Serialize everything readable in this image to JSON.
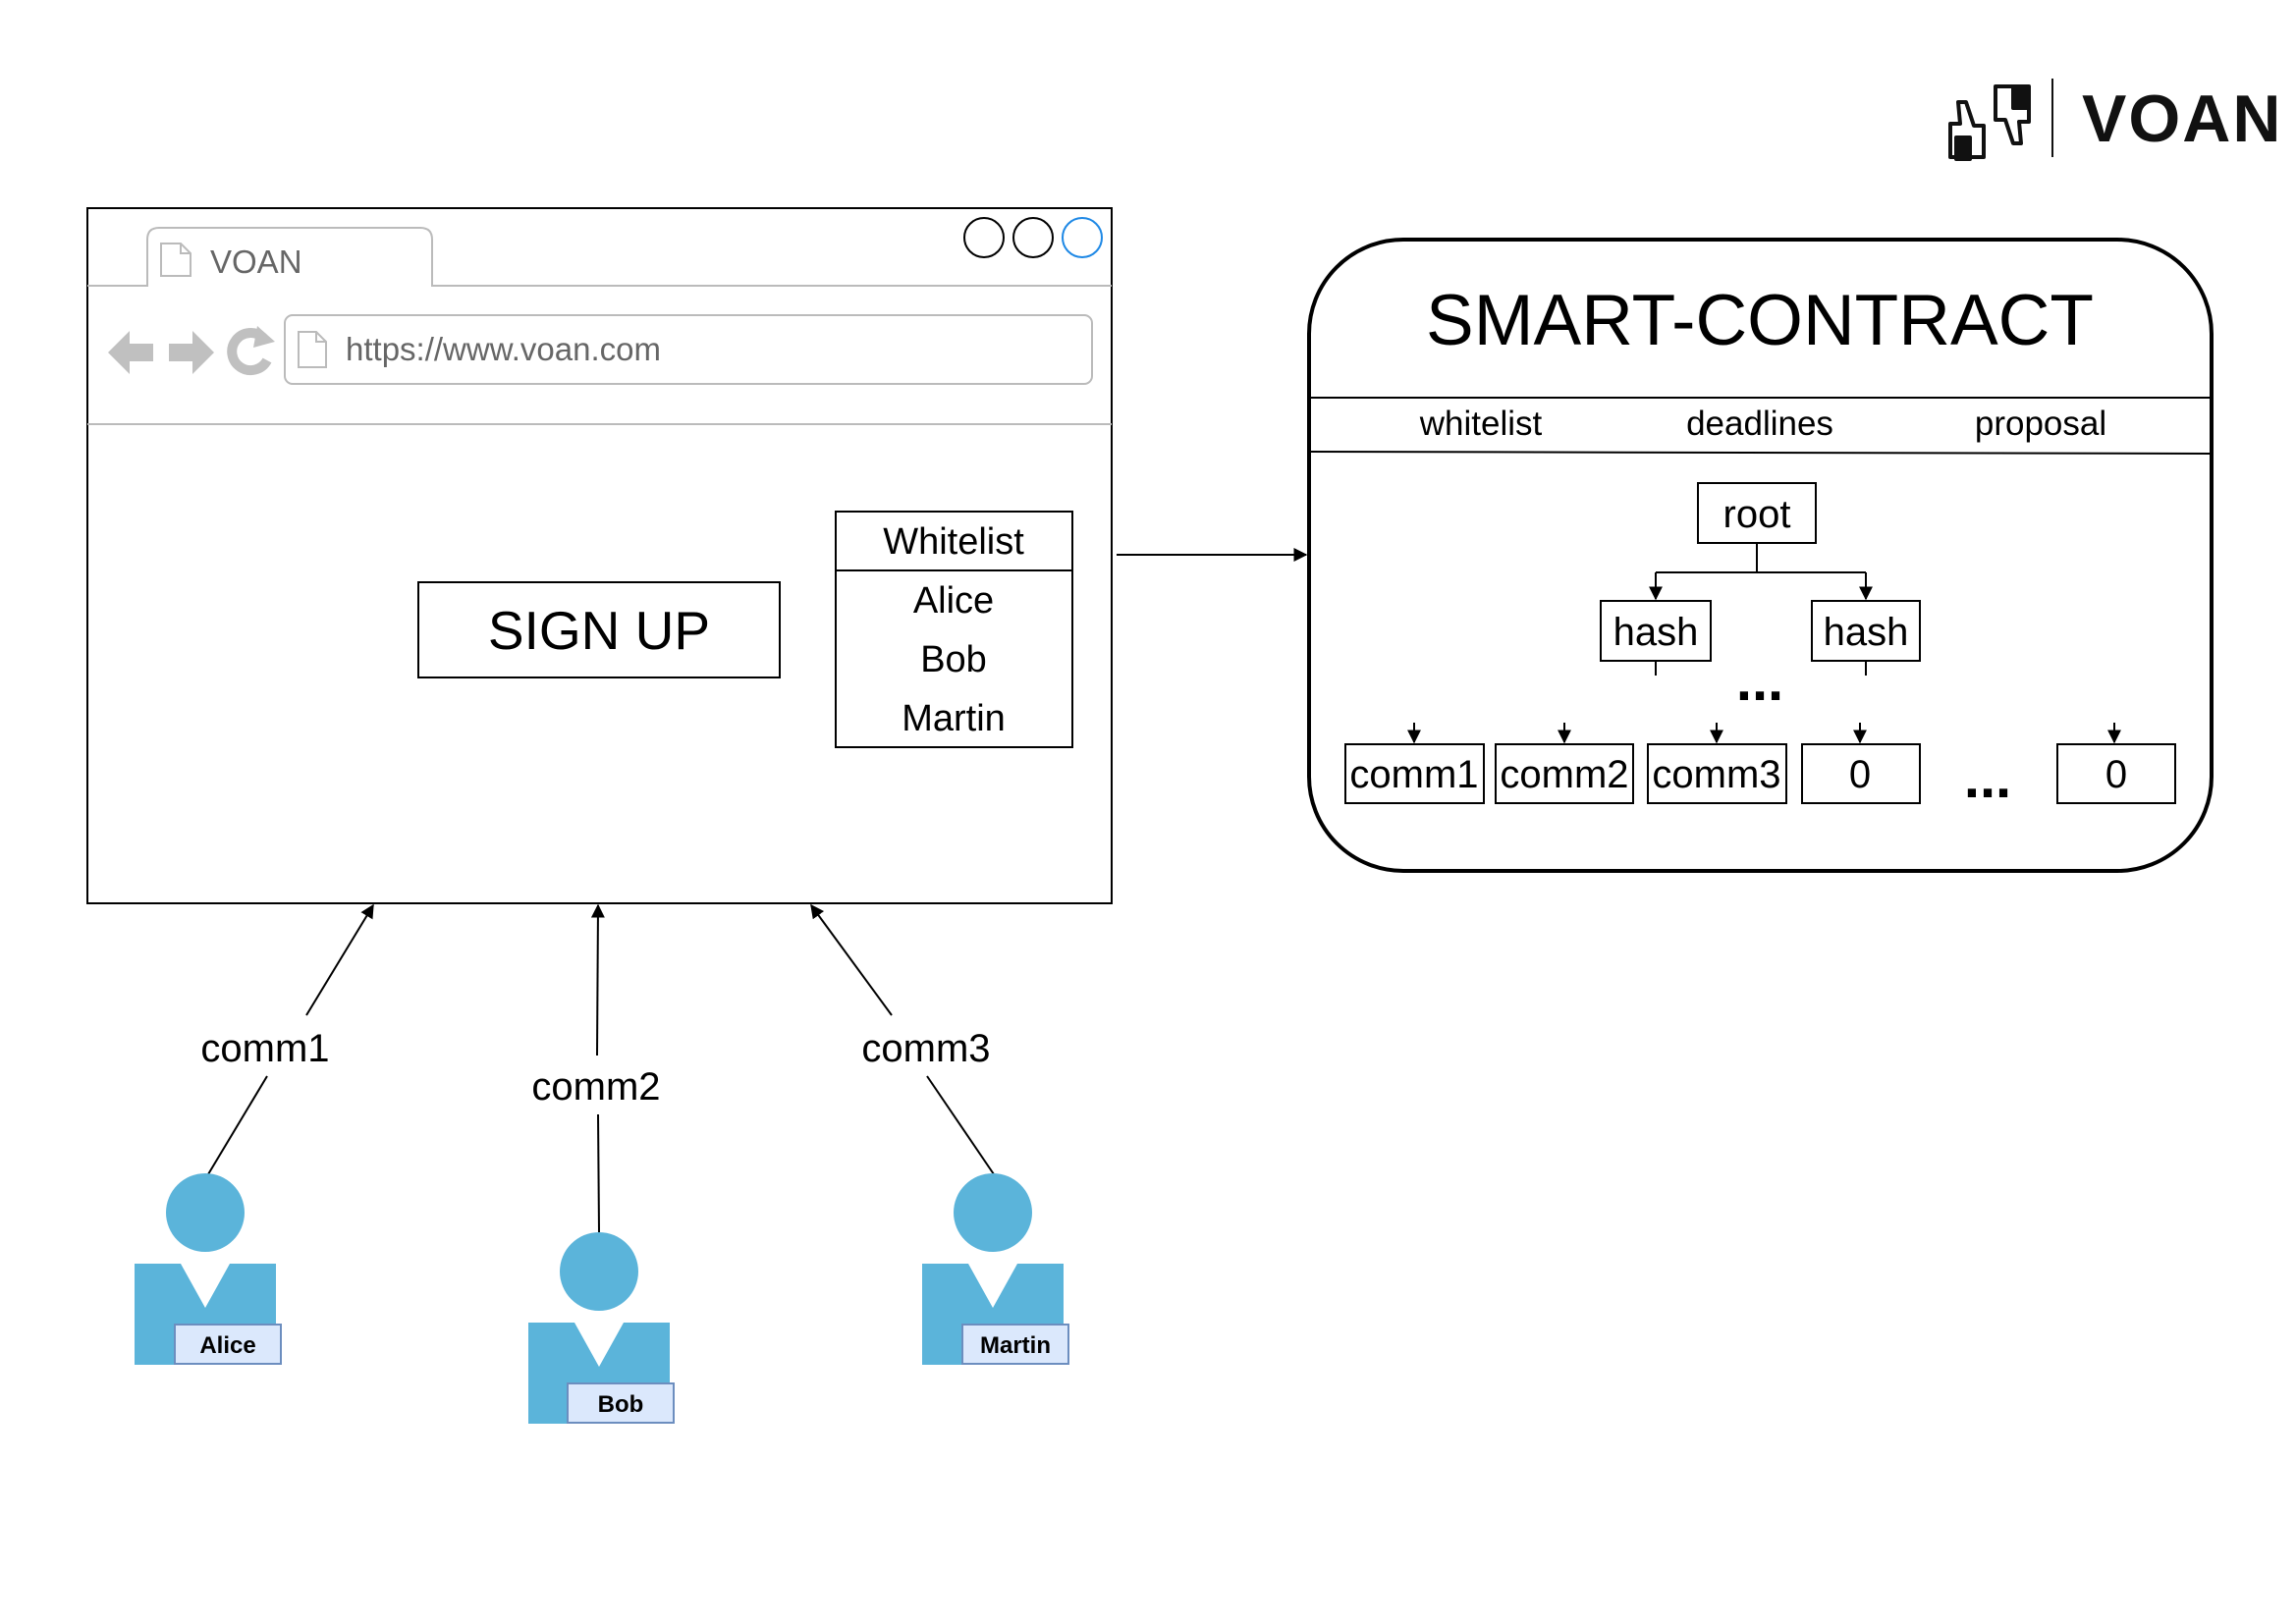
{
  "logo": {
    "wordmark": "VOAN",
    "icon": "thumbs-up-down-icon"
  },
  "browser": {
    "tab_title": "VOAN",
    "url": "https://www.voan.com",
    "sign_up_label": "SIGN UP",
    "whitelist": {
      "header": "Whitelist",
      "names": [
        "Alice",
        "Bob",
        "Martin"
      ]
    }
  },
  "users": [
    {
      "name": "Alice",
      "commitment": "comm1"
    },
    {
      "name": "Bob",
      "commitment": "comm2"
    },
    {
      "name": "Martin",
      "commitment": "comm3"
    }
  ],
  "contract": {
    "title": "SMART-CONTRACT",
    "fields": [
      "whitelist",
      "deadlines",
      "proposal"
    ],
    "tree": {
      "root": "root",
      "hashes": [
        "hash",
        "hash"
      ],
      "ellipsis": "...",
      "leaves": [
        "comm1",
        "comm2",
        "comm3",
        "0",
        "0"
      ],
      "leaf_ellipsis": "..."
    }
  },
  "colors": {
    "user_blue": "#5bb4da",
    "user_label_bg": "#dbe8fc",
    "user_label_border": "#6c8ebf",
    "browser_gray": "#c0c0c0",
    "accent_circle": "#1e88e5"
  }
}
